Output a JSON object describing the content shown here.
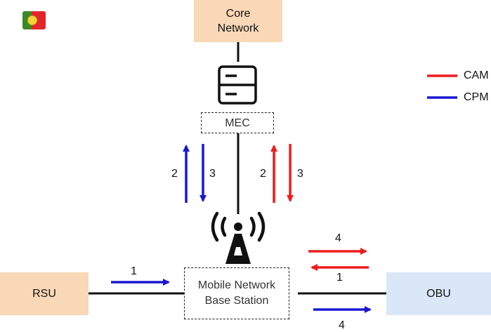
{
  "nodes": {
    "core_network": [
      "Core",
      "Network"
    ],
    "mec": "MEC",
    "base_station": [
      "Mobile Network",
      "Base Station"
    ],
    "rsu": "RSU",
    "obu": "OBU"
  },
  "legend": {
    "items": [
      {
        "label": "CAM",
        "color": "#ee1c1c"
      },
      {
        "label": "CPM",
        "color": "#1818d2"
      }
    ]
  },
  "arrows": {
    "cpm_up_step": "2",
    "cpm_down_step": "3",
    "cam_up_step": "2",
    "cam_down_step": "3",
    "rsu_to_bs_step": "1",
    "bs_to_obu_cam_step": "4",
    "obu_to_bs_cam_step": "1",
    "bs_to_obu_cpm_step": "4"
  },
  "colors": {
    "cam": "#ee1c1c",
    "cpm": "#1818d2",
    "peach": "#f8d8b6",
    "light_blue": "#d9e7f7"
  },
  "icons": {
    "flag": "portugal-flag-icon",
    "server": "server-icon",
    "antenna": "antenna-tower-icon"
  }
}
